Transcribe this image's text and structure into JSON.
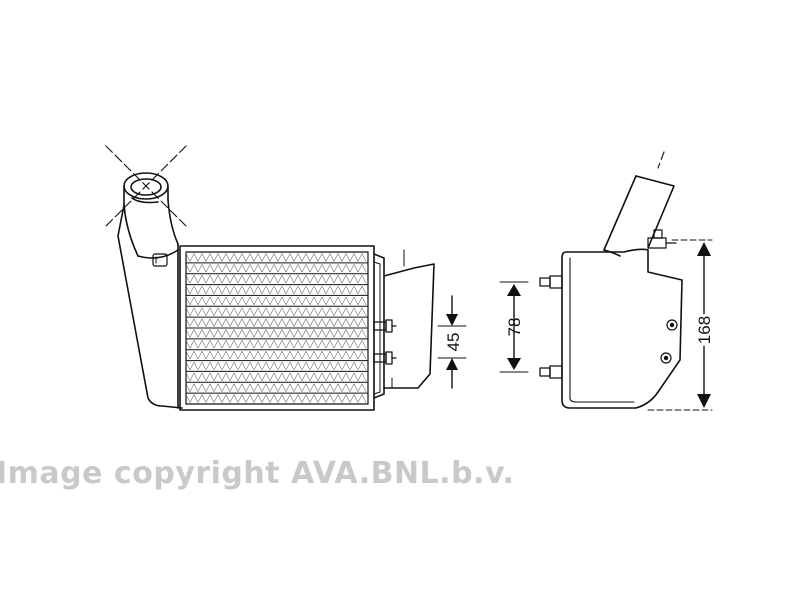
{
  "dimensions": {
    "front_depth": "45",
    "side_hole_spacing": "78",
    "side_height": "168"
  },
  "watermark": {
    "text": "Image copyright AVA.BNL.b.v."
  },
  "colors": {
    "line": "#111111",
    "watermark": "#c9c9c9",
    "background": "#ffffff"
  }
}
